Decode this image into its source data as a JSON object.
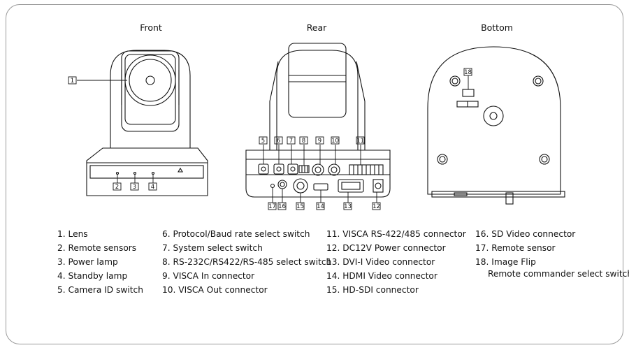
{
  "views": {
    "front": "Front",
    "rear": "Rear",
    "bottom": "Bottom"
  },
  "callouts": {
    "front": [
      "1",
      "2",
      "3",
      "4"
    ],
    "rear": [
      "5",
      "6",
      "7",
      "8",
      "9",
      "10",
      "11",
      "17",
      "16",
      "15",
      "14",
      "13",
      "12"
    ],
    "bottom": [
      "18"
    ]
  },
  "legend": {
    "col1": [
      "1. Lens",
      "2. Remote sensors",
      "3. Power lamp",
      "4. Standby lamp",
      "5. Camera ID switch"
    ],
    "col2": [
      "6. Protocol/Baud rate select switch",
      "7. System select switch",
      "8. RS-232C/RS422/RS-485 select switch",
      "9. VISCA In connector",
      "10. VISCA Out connector"
    ],
    "col3": [
      "11. VISCA RS-422/485 connector",
      "12. DC12V Power connector",
      "13. DVI-I Video connector",
      "14. HDMI Video connector",
      "15. HD-SDI connector"
    ],
    "col4": [
      "16. SD Video connector",
      "17. Remote sensor",
      "18. Image Flip"
    ],
    "col4_cont": "Remote commander select switch"
  }
}
